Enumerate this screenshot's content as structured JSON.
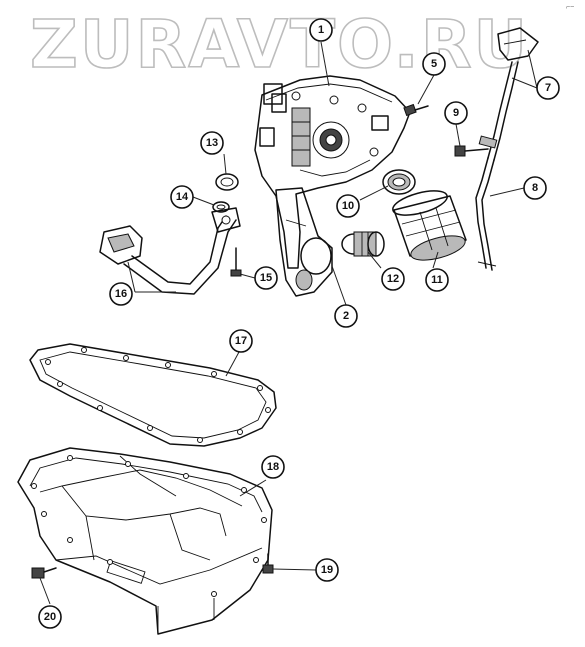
{
  "watermark": "ZURAVTO.RU",
  "corner_mark": "⌐~",
  "callouts": [
    {
      "label": "1"
    },
    {
      "label": "2"
    },
    {
      "label": "5"
    },
    {
      "label": "7"
    },
    {
      "label": "8"
    },
    {
      "label": "9"
    },
    {
      "label": "10"
    },
    {
      "label": "11"
    },
    {
      "label": "12"
    },
    {
      "label": "13"
    },
    {
      "label": "14"
    },
    {
      "label": "15"
    },
    {
      "label": "16"
    },
    {
      "label": "17"
    },
    {
      "label": "18"
    },
    {
      "label": "19"
    },
    {
      "label": "20"
    }
  ],
  "colors": {
    "line": "#111111",
    "watermark_outline": "#bdbdbd",
    "shade": "#b9b9b9"
  }
}
